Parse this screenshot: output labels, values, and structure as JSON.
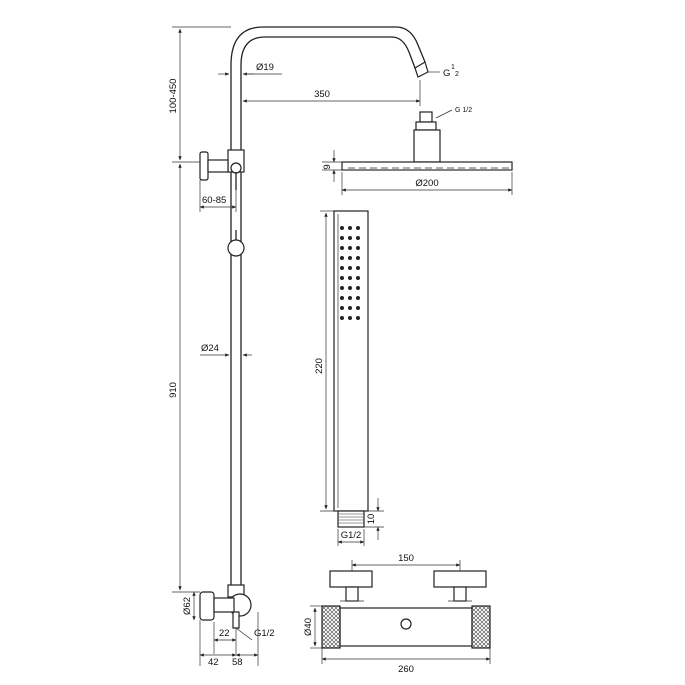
{
  "dimensions": {
    "riser_adjust": "100-450",
    "riser_height": "910",
    "arm_tube_diameter": "Ø19",
    "arm_reach": "350",
    "arm_thread_g": "G",
    "arm_thread_frac_top": "1",
    "arm_thread_frac_bottom": "2",
    "head_connector_thread": "G 1/2",
    "head_thickness": "9",
    "head_diameter": "Ø200",
    "slider_offset": "60-85",
    "pipe_diameter": "Ø24",
    "handshower_length": "220",
    "handshower_connector_height": "10",
    "handshower_thread": "G1/2",
    "bracket_diameter": "Ø62",
    "bracket_22": "22",
    "bracket_42": "42",
    "bracket_58": "58",
    "bracket_thread": "G1/2",
    "mixer_center_distance": "150",
    "mixer_body_diameter": "Ø40",
    "mixer_width": "260"
  }
}
